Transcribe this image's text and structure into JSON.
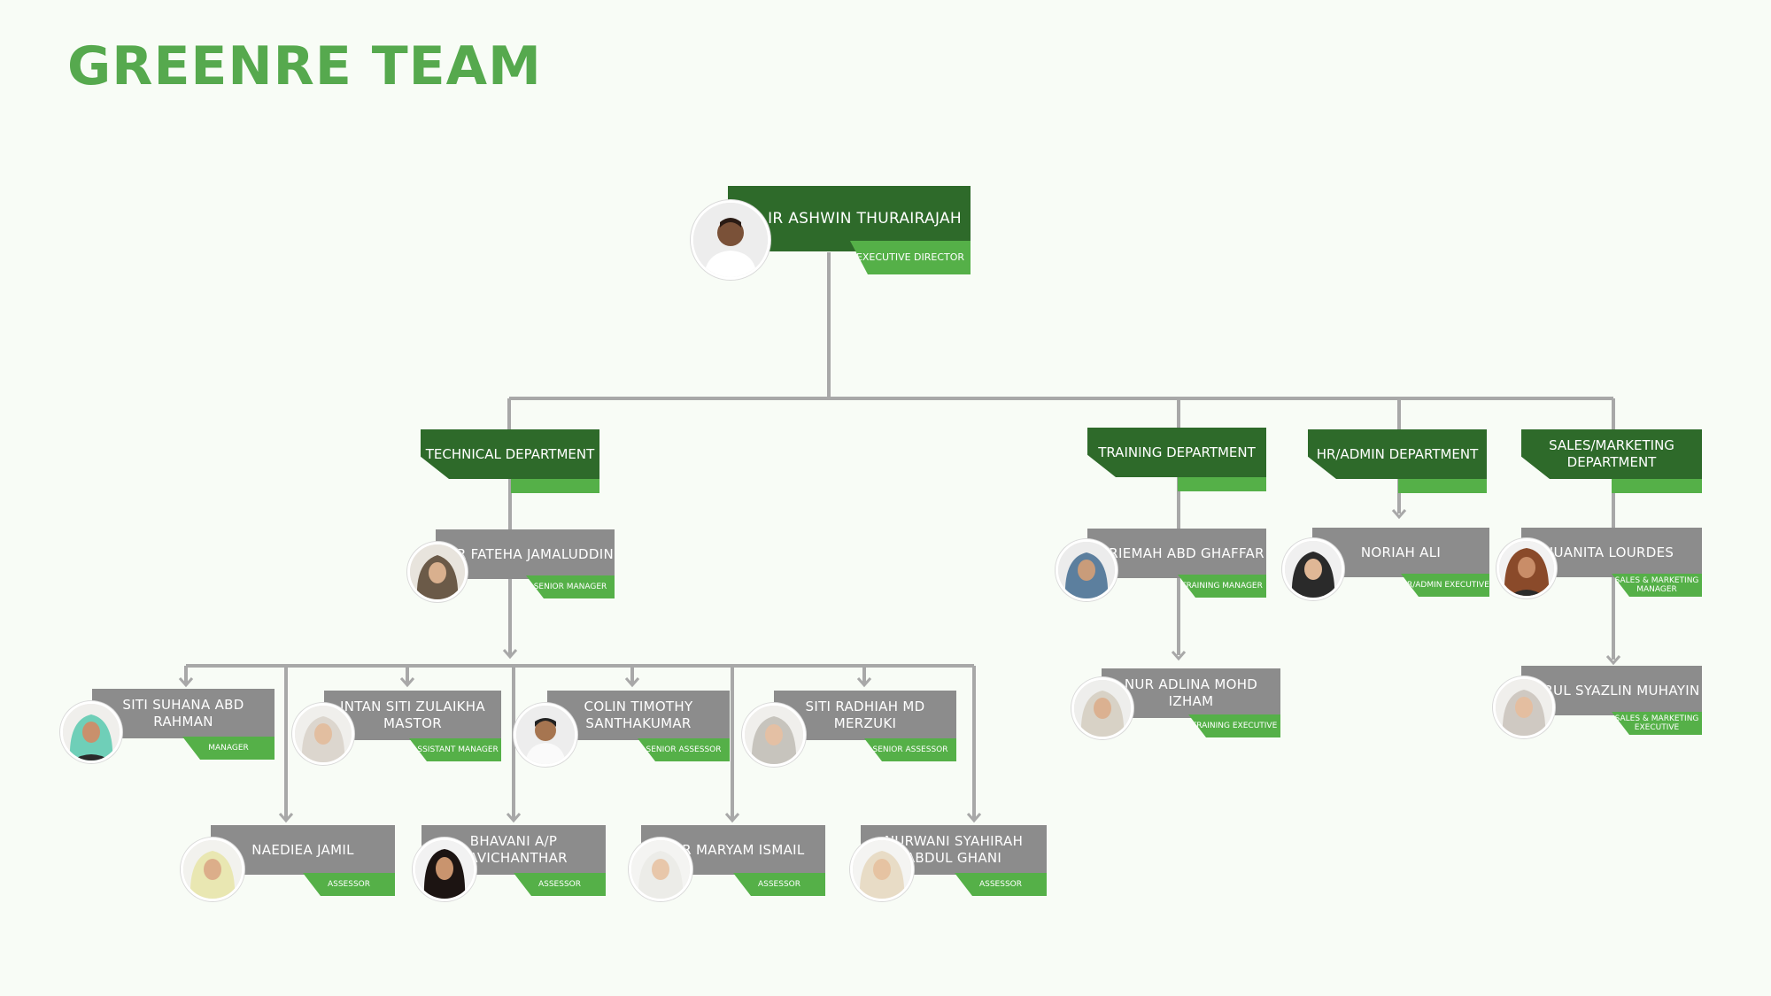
{
  "title": "GREENRE TEAM",
  "colors": {
    "dark_green": "#2e6a2a",
    "light_green": "#55b048",
    "gray": "#8c8c8c",
    "title_green": "#56a94e",
    "line": "#a8a8a8"
  },
  "director": {
    "name": "IR ASHWIN THURAIRAJAH",
    "role": "EXECUTIVE DIRECTOR"
  },
  "departments": [
    {
      "name": "TECHNICAL DEPARTMENT"
    },
    {
      "name": "TRAINING DEPARTMENT"
    },
    {
      "name": "HR/ADMIN DEPARTMENT"
    },
    {
      "name": "SALES/MARKETING DEPARTMENT"
    }
  ],
  "people": {
    "fateha": {
      "name": "NUR FATEHA JAMALUDDIN",
      "role": "SENIOR MANAGER"
    },
    "suhana": {
      "name": "SITI SUHANA ABD RAHMAN",
      "role": "MANAGER"
    },
    "intan": {
      "name": "INTAN SITI ZULAIKHA MASTOR",
      "role": "ASSISTANT MANAGER"
    },
    "colin": {
      "name": "COLIN TIMOTHY SANTHAKUMAR",
      "role": "SENIOR ASSESSOR"
    },
    "radhiah": {
      "name": "SITI RADHIAH MD MERZUKI",
      "role": "SENIOR ASSESSOR"
    },
    "naediea": {
      "name": "NAEDIEA JAMIL",
      "role": "ASSESSOR"
    },
    "bhavani": {
      "name": "BHAVANI A/P RAVICHANTHAR",
      "role": "ASSESSOR"
    },
    "maryam": {
      "name": "NUR MARYAM ISMAIL",
      "role": "ASSESSOR"
    },
    "nurwani": {
      "name": "NURWANI SYAHIRAH ABDUL GHANI",
      "role": "ASSESSOR"
    },
    "nariemah": {
      "name": "NARIEMAH ABD GHAFFAR",
      "role": "TRAINING MANAGER"
    },
    "adlina": {
      "name": "NUR ADLINA MOHD IZHAM",
      "role": "TRAINING EXECUTIVE"
    },
    "noriah": {
      "name": "NORIAH ALI",
      "role": "HR/ADMIN EXECUTIVE"
    },
    "juanita": {
      "name": "JUANITA LOURDES",
      "role": "SALES & MARKETING MANAGER"
    },
    "syazlin": {
      "name": "NURUL SYAZLIN MUHAYIN",
      "role": "SALES & MARKETING EXECUTIVE"
    }
  }
}
